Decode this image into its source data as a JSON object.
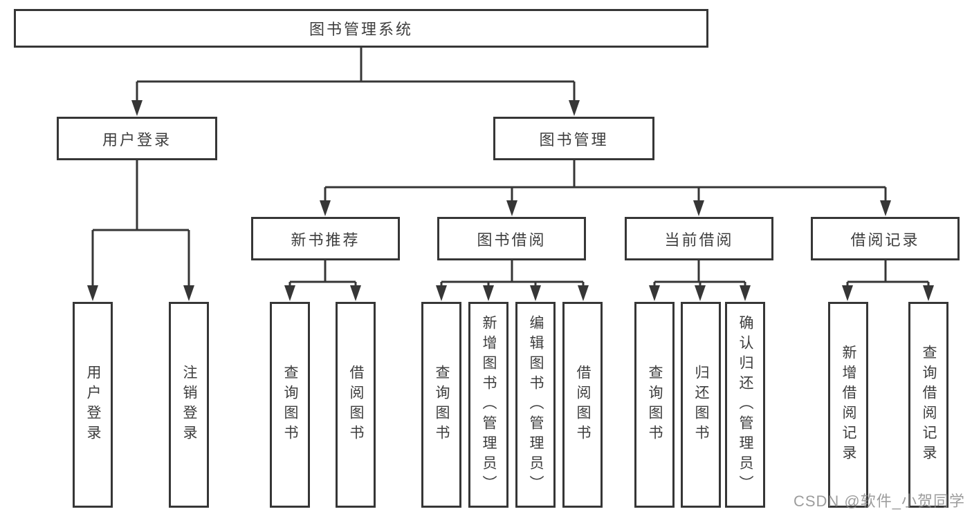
{
  "diagram_title": "图书管理系统",
  "nodes": {
    "root": "图书管理系统",
    "user_login": "用户登录",
    "book_mgmt": "图书管理",
    "new_book_rec": "新书推荐",
    "book_borrow": "图书借阅",
    "current_borrow": "当前借阅",
    "borrow_records": "借阅记录",
    "leaf_user_login": "用户登录",
    "leaf_logout": "注销登录",
    "leaf_query_book_a": "查询图书",
    "leaf_borrow_book_a": "借阅图书",
    "leaf_query_book_b": "查询图书",
    "leaf_add_book_admin": "新增图书（管理员）",
    "leaf_edit_book_admin": "编辑图书（管理员）",
    "leaf_borrow_book_b": "借阅图书",
    "leaf_query_book_c": "查询图书",
    "leaf_return_book": "归还图书",
    "leaf_confirm_return_admin": "确认归还（管理员）",
    "leaf_add_borrow_record": "新增借阅记录",
    "leaf_query_borrow_record": "查询借阅记录"
  },
  "tree": {
    "图书管理系统": {
      "用户登录": [
        "用户登录",
        "注销登录"
      ],
      "图书管理": {
        "新书推荐": [
          "查询图书",
          "借阅图书"
        ],
        "图书借阅": [
          "查询图书",
          "新增图书（管理员）",
          "编辑图书（管理员）",
          "借阅图书"
        ],
        "当前借阅": [
          "查询图书",
          "归还图书",
          "确认归还（管理员）"
        ],
        "借阅记录": [
          "新增借阅记录",
          "查询借阅记录"
        ]
      }
    }
  },
  "watermark": "CSDN @软件_小贺同学",
  "colors": {
    "line": "#363636",
    "box_border": "#363636",
    "text": "#3d3d3d",
    "background": "#ffffff",
    "watermark": "#888888"
  }
}
